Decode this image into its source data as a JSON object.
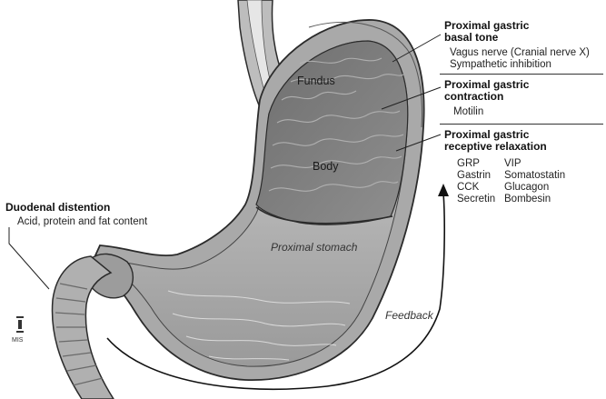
{
  "labels": {
    "fundus": "Fundus",
    "body": "Body",
    "proximal_stomach": "Proximal stomach",
    "feedback": "Feedback"
  },
  "basal_tone": {
    "heading_line1": "Proximal gastric",
    "heading_line2": "basal tone",
    "items": [
      "Vagus nerve (Cranial nerve X)",
      "Sympathetic inhibition"
    ]
  },
  "contraction": {
    "heading_line1": "Proximal gastric",
    "heading_line2": "contraction",
    "items": [
      "Motilin"
    ]
  },
  "relaxation": {
    "heading_line1": "Proximal gastric",
    "heading_line2": "receptive relaxation",
    "col1": [
      "GRP",
      "Gastrin",
      "CCK",
      "Secretin"
    ],
    "col2": [
      "VIP",
      "Somatostatin",
      "Glucagon",
      "Bombesin"
    ]
  },
  "duodenal": {
    "heading": "Duodenal distention",
    "item": "Acid, protein and fat content"
  },
  "logo_text": "MIS",
  "colors": {
    "outline": "#2b2b2b",
    "wall": "#b8b8b8",
    "proximal_fill": "#7a7a7a",
    "distal_fill": "#c9c9c9",
    "fold": "#e2e2e2"
  }
}
